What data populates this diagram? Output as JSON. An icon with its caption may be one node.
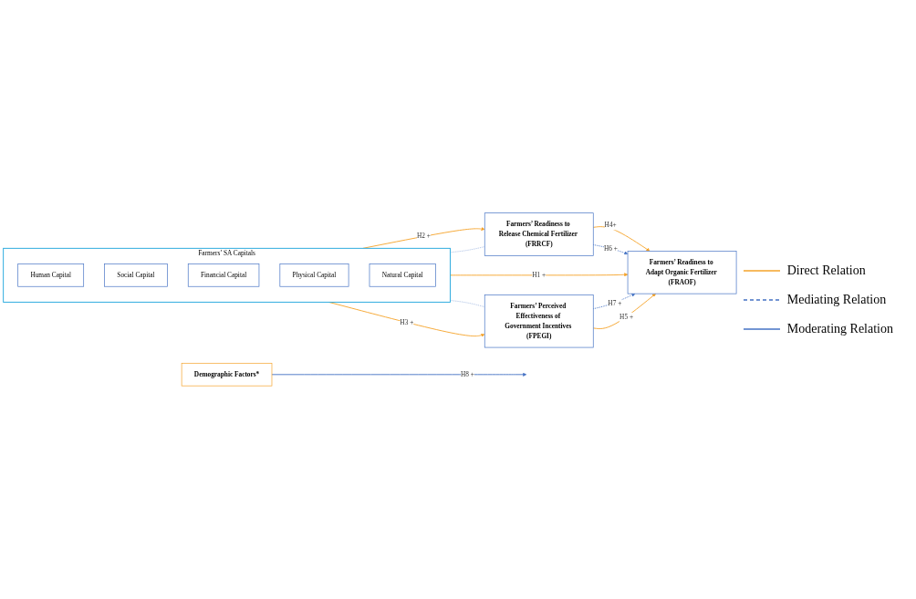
{
  "diagram": {
    "nodes": [
      {
        "text": [
          "Farmers’ SA Capitals"
        ]
      },
      {
        "text": [
          "Human Capital"
        ],
        "in": 0
      },
      {
        "text": [
          "Social Capital"
        ],
        "in": 0
      },
      {
        "text": [
          "Financial Capital"
        ],
        "in": 0
      },
      {
        "text": [
          "Physical Capital"
        ],
        "in": 0
      },
      {
        "text": [
          "Natural Capital"
        ],
        "in": 0
      },
      {
        "text": [
          "Farmers’ Readiness to Release Chemical Fertilizer (FRRCF)"
        ]
      },
      {
        "text": [
          "Demographic Factors*"
        ]
      },
      {
        "text": [
          "Farmers’ Readiness to Adapt Organic Fertilizer (FRAOF)"
        ]
      },
      {
        "text": [
          "Farmers’ Perceived Effectiveness of Government Incentives (FPEGI)"
        ]
      }
    ],
    "edges": [
      {
        "from": 0,
        "to": 6,
        "arrow": "to",
        "label": "H2 +"
      },
      {
        "from": 6,
        "to": 8,
        "arrow": "to",
        "label": "H4+"
      },
      {
        "from": 0,
        "to": 6,
        "arrow": "none",
        "style": "dashed",
        "color": "#4472c4"
      },
      {
        "from": 6,
        "to": 8,
        "arrow": "to",
        "label": "H6 +",
        "style": "dashed",
        "color": "#4472c4"
      },
      {
        "from": 7,
        "to": null,
        "arrow": "to",
        "label": "H8 +",
        "color": "#4472c4"
      },
      {
        "from": 0,
        "to": 8,
        "arrow": "to",
        "label": "H1 +"
      },
      {
        "from": 0,
        "to": 9,
        "arrow": "none",
        "style": "dashed",
        "color": "#4472c4"
      },
      {
        "from": 0,
        "to": 9,
        "arrow": "to",
        "label": "H3 +"
      },
      {
        "from": 9,
        "to": 8,
        "arrow": "to",
        "label": "H7 +",
        "style": "dashed",
        "color": "#4472c4"
      },
      {
        "from": 9,
        "to": 8,
        "arrow": "to",
        "label": "H5 +"
      }
    ],
    "legend": [
      {
        "text": "Direct Relation"
      },
      {
        "text": "Mediating Relation"
      },
      {
        "text": "Moderating Relation"
      }
    ]
  }
}
